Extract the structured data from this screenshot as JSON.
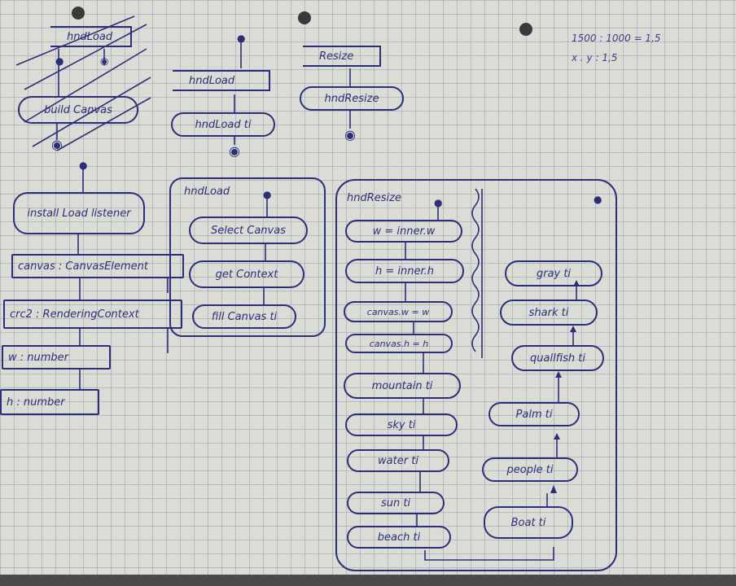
{
  "top_left": {
    "signal_label": "hndLoad",
    "node_label": "build Canvas"
  },
  "middle_top": {
    "signal_label": "hndLoad",
    "node_label": "hndLoad ti"
  },
  "resize_top": {
    "signal_label": "Resize",
    "node_label": "hndResize"
  },
  "notes": {
    "line1": "1500 : 1000 = 1,5",
    "line2": "x . y : 1,5"
  },
  "left_column": {
    "start_node": "install Load listener",
    "items": [
      "canvas : CanvasElement",
      "crc2 : RenderingContext",
      "w : number",
      "h : number"
    ]
  },
  "hndload_group": {
    "title": "hndLoad",
    "nodes": [
      "Select Canvas",
      "get Context",
      "fill Canvas ti"
    ]
  },
  "hndresize_group": {
    "title": "hndResize",
    "left_nodes": [
      "w = inner.w",
      "h = inner.h",
      "canvas.w = w",
      "canvas.h = h",
      "mountain ti",
      "sky ti",
      "water ti",
      "sun ti",
      "beach ti"
    ],
    "right_nodes": [
      "gray ti",
      "shark ti",
      "quallfish ti",
      "Palm ti",
      "people ti",
      "Boat ti"
    ]
  }
}
